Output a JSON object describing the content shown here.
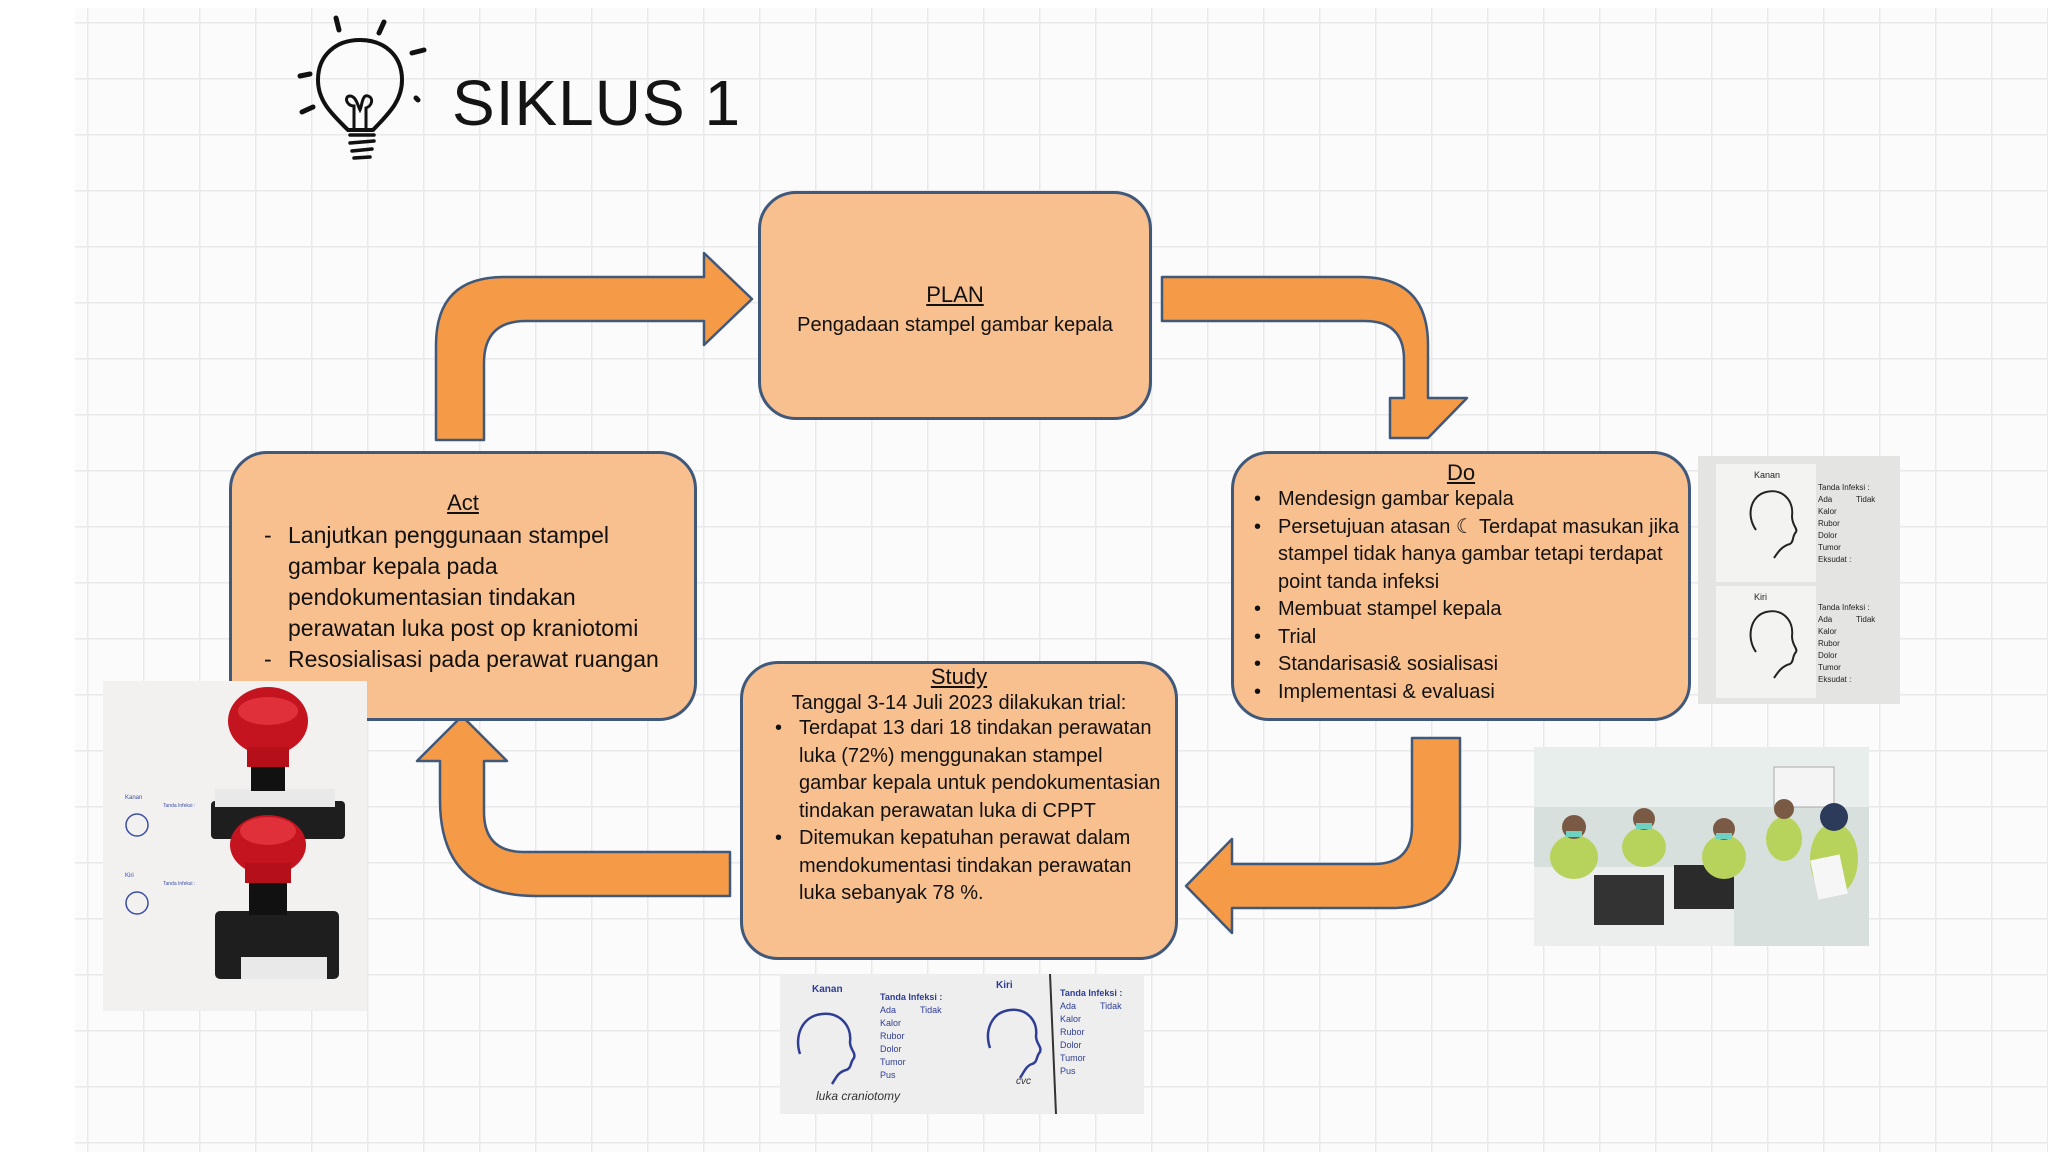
{
  "slide": {
    "title": "SIKLUS 1"
  },
  "plan": {
    "heading": "PLAN",
    "text": "Pengadaan stampel gambar kepala"
  },
  "do": {
    "heading": "Do",
    "items": [
      "Mendesign gambar kepala",
      "Persetujuan atasan  ☾ Terdapat masukan jika stampel tidak hanya gambar tetapi terdapat point tanda infeksi",
      "Membuat stampel kepala",
      "Trial",
      "Standarisasi& sosialisasi",
      "Implementasi & evaluasi"
    ]
  },
  "act": {
    "heading": "Act",
    "items": [
      "Lanjutkan penggunaan stampel gambar kepala  pada pendokumentasian tindakan perawatan luka post op kraniotomi",
      "Resosialisasi pada perawat ruangan"
    ]
  },
  "study": {
    "heading": "Study",
    "intro": "Tanggal  3-14 Juli 2023 dilakukan trial:",
    "items": [
      "Terdapat 13 dari 18  tindakan perawatan luka  (72%) menggunakan stampel gambar kepala untuk pendokumentasian tindakan perawatan luka di CPPT",
      "Ditemukan kepatuhan perawat dalam mendokumentasi  tindakan perawatan luka sebanyak 78 %."
    ]
  },
  "form": {
    "kanan": "Kanan",
    "kiri": "Kiri",
    "tanda_infeksi": "Tanda Infeksi :",
    "ada": "Ada",
    "tidak": "Tidak",
    "signs": [
      "Kalor",
      "Rubor",
      "Dolor",
      "Tumor",
      "Eksudat :"
    ],
    "signs_short": [
      "Kalor",
      "Rubor",
      "Dolor",
      "Tumor",
      "Pus"
    ],
    "handwriting_left": "luka craniotomy",
    "handwriting_right": "cvc"
  },
  "colors": {
    "box_fill": "#f8bf8f",
    "box_border": "#40587a",
    "arrow_fill": "#f59a46"
  }
}
